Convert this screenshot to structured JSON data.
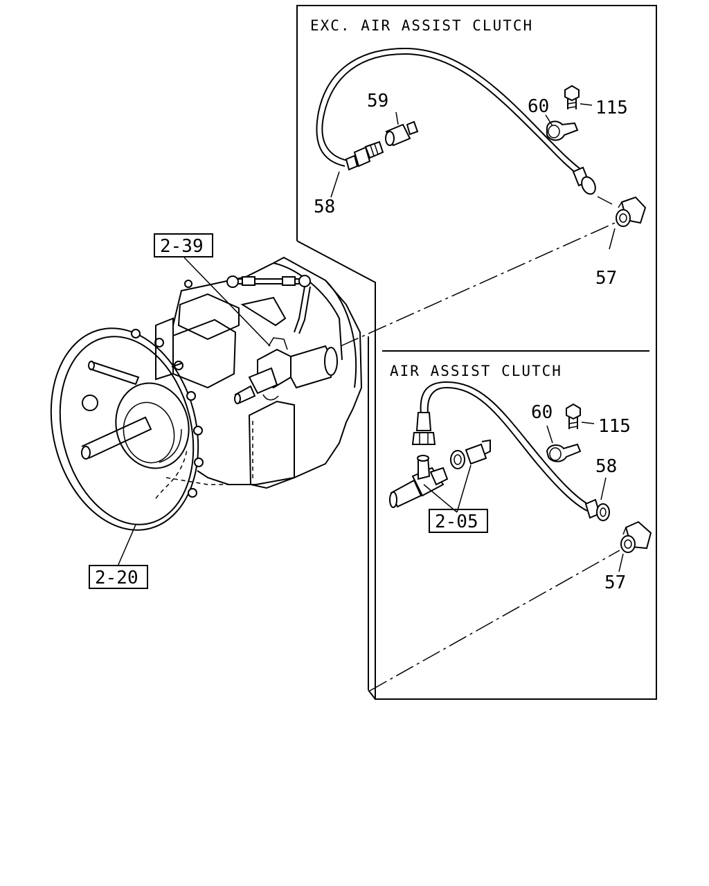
{
  "panels": {
    "upper_title": "EXC. AIR ASSIST CLUTCH",
    "lower_title": "AIR ASSIST CLUTCH"
  },
  "upper_callouts": {
    "p59": "59",
    "p60": "60",
    "p115": "115",
    "p58": "58",
    "p57": "57"
  },
  "lower_callouts": {
    "p60": "60",
    "p115": "115",
    "p58": "58",
    "p57": "57"
  },
  "references": {
    "r239": "2-39",
    "r205": "2-05",
    "r220": "2-20"
  },
  "colors": {
    "line": "#000000",
    "background": "#ffffff"
  }
}
